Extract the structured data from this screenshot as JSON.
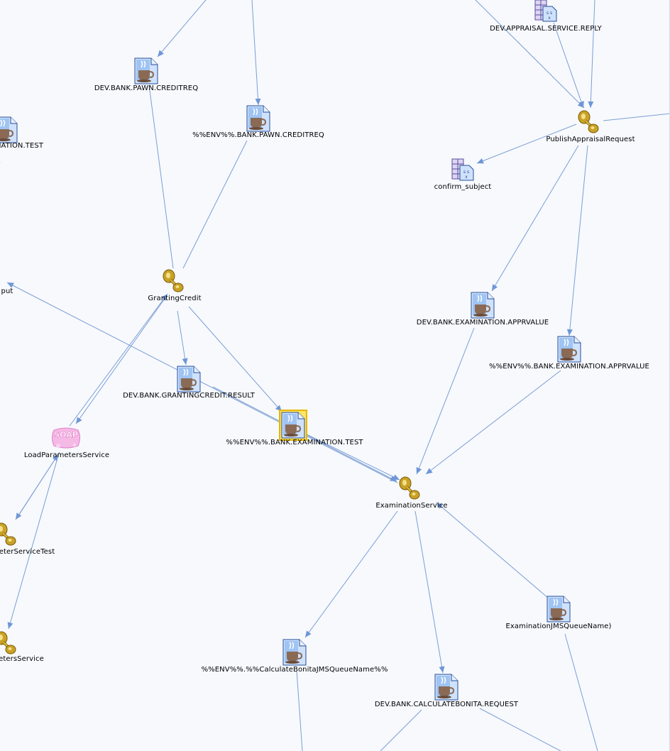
{
  "nodes": [
    {
      "id": "n1",
      "name": "DEV.BANK.PAWN.CREDITREQ",
      "type": "queue",
      "label": "DEV.BANK.PAWN.CREDITREQ"
    },
    {
      "id": "n2",
      "name": "%%ENV%%.BANK.PAWN.CREDITREQ",
      "type": "queue",
      "label": "%%ENV%%.BANK.PAWN.CREDITREQ"
    },
    {
      "id": "n3",
      "name": "INATION.TEST",
      "type": "queue",
      "label": "INATION.TEST"
    },
    {
      "id": "n4",
      "name": "DEV.APPRAISAL.SERVICE.REPLY",
      "type": "topic",
      "label": "DEV.APPRAISAL.SERVICE.REPLY"
    },
    {
      "id": "n5",
      "name": "PublishAppraisalRequest",
      "type": "service",
      "label": "PublishAppraisalRequest"
    },
    {
      "id": "n6",
      "name": "confirm_subject",
      "type": "topic",
      "label": "confirm_subject"
    },
    {
      "id": "n7",
      "name": "GrantingCredit",
      "type": "service",
      "label": "GrantingCredit"
    },
    {
      "id": "n8",
      "name": "put",
      "type": "text",
      "label": "put"
    },
    {
      "id": "n9",
      "name": "DEV.BANK.EXAMINATION.APPRVALUE",
      "type": "queue",
      "label": "DEV.BANK.EXAMINATION.APPRVALUE"
    },
    {
      "id": "n10",
      "name": "%%ENV%%.BANK.EXAMINATION.APPRVALUE",
      "type": "queue",
      "label": "%%ENV%%.BANK.EXAMINATION.APPRVALUE"
    },
    {
      "id": "n11",
      "name": "DEV.BANK.GRANTINGCREDIT.RESULT",
      "type": "queue",
      "label": "DEV.BANK.GRANTINGCREDIT.RESULT"
    },
    {
      "id": "n12",
      "name": "%%ENV%%.BANK.EXAMINATION.TEST",
      "type": "queue",
      "label": "%%ENV%%.BANK.EXAMINATION.TEST",
      "selected": true
    },
    {
      "id": "n13",
      "name": "LoadParametersService",
      "type": "soap",
      "label": "LoadParametersService",
      "icon_text": "SOAP"
    },
    {
      "id": "n14",
      "name": "ExaminationService",
      "type": "service",
      "label": "ExaminationService"
    },
    {
      "id": "n15",
      "name": "eterServiceTest",
      "type": "service",
      "label": "eterServiceTest"
    },
    {
      "id": "n16",
      "name": "ExaminationJMSQueueName)",
      "type": "queue",
      "label": "ExaminationJMSQueueName)"
    },
    {
      "id": "n17",
      "name": "etersService",
      "type": "service",
      "label": "etersService"
    },
    {
      "id": "n18",
      "name": "%%ENV%%.%%CalculateBonitaJMSQueueName%%",
      "type": "queue",
      "label": "%%ENV%%.%%CalculateBonitaJMSQueueName%%"
    },
    {
      "id": "n19",
      "name": "DEV.BANK.CALCULATEBONITA.REQUEST",
      "type": "queue",
      "label": "DEV.BANK.CALCULATEBONITA.REQUEST"
    }
  ],
  "edges": [
    {
      "from": "off-a",
      "to": "n1"
    },
    {
      "from": "off-b",
      "to": "n2"
    },
    {
      "from": "n1",
      "to": "n7"
    },
    {
      "from": "n7",
      "to": "n2"
    },
    {
      "from": "off-c",
      "to": "n5"
    },
    {
      "from": "n4",
      "to": "n5"
    },
    {
      "from": "off-d",
      "to": "n5"
    },
    {
      "from": "n5",
      "to": "off-e"
    },
    {
      "from": "n5",
      "to": "n6"
    },
    {
      "from": "n5",
      "to": "n9"
    },
    {
      "from": "n5",
      "to": "n10"
    },
    {
      "from": "n7",
      "to": "n11"
    },
    {
      "from": "n7",
      "to": "n12"
    },
    {
      "from": "n7",
      "to": "n13"
    },
    {
      "from": "n13",
      "to": "n7"
    },
    {
      "from": "n14",
      "to": "n8"
    },
    {
      "from": "n11",
      "to": "n14"
    },
    {
      "from": "n12",
      "to": "n14"
    },
    {
      "from": "n9",
      "to": "n14"
    },
    {
      "from": "n10",
      "to": "n14"
    },
    {
      "from": "n13",
      "to": "n15"
    },
    {
      "from": "n15",
      "to": "n13"
    },
    {
      "from": "n13",
      "to": "n17"
    },
    {
      "from": "n14",
      "to": "n18"
    },
    {
      "from": "n14",
      "to": "n19"
    },
    {
      "from": "n16",
      "to": "n14"
    },
    {
      "from": "n3",
      "to": "off-f"
    },
    {
      "from": "n18",
      "to": "off-g"
    },
    {
      "from": "n19",
      "to": "off-h"
    },
    {
      "from": "n19",
      "to": "off-i"
    },
    {
      "from": "n16",
      "to": "off-j"
    }
  ],
  "colors": {
    "edge": "#7b9ed4",
    "arrow": "#6f96d6",
    "background": "#f7f9fd",
    "selection": "#ffe566"
  }
}
